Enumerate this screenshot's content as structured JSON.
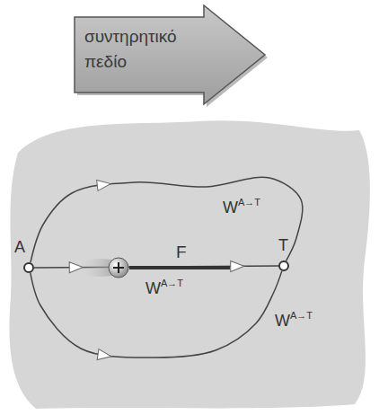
{
  "diagram": {
    "nodes": [
      {
        "text": [
          "συντηρητικό πεδίο"
        ]
      },
      {
        "text": [
          "A"
        ]
      },
      {
        "text": [
          "T"
        ]
      }
    ],
    "edges": [
      {
        "from": 1,
        "to": 2,
        "arrow": "to",
        "label": "WA→T"
      },
      {
        "from": 1,
        "to": 2,
        "arrow": "to",
        "label": "WA→T"
      },
      {
        "from": 1,
        "to": 2,
        "arrow": "to",
        "label": "WA→T"
      }
    ],
    "labels": [
      "F"
    ]
  }
}
